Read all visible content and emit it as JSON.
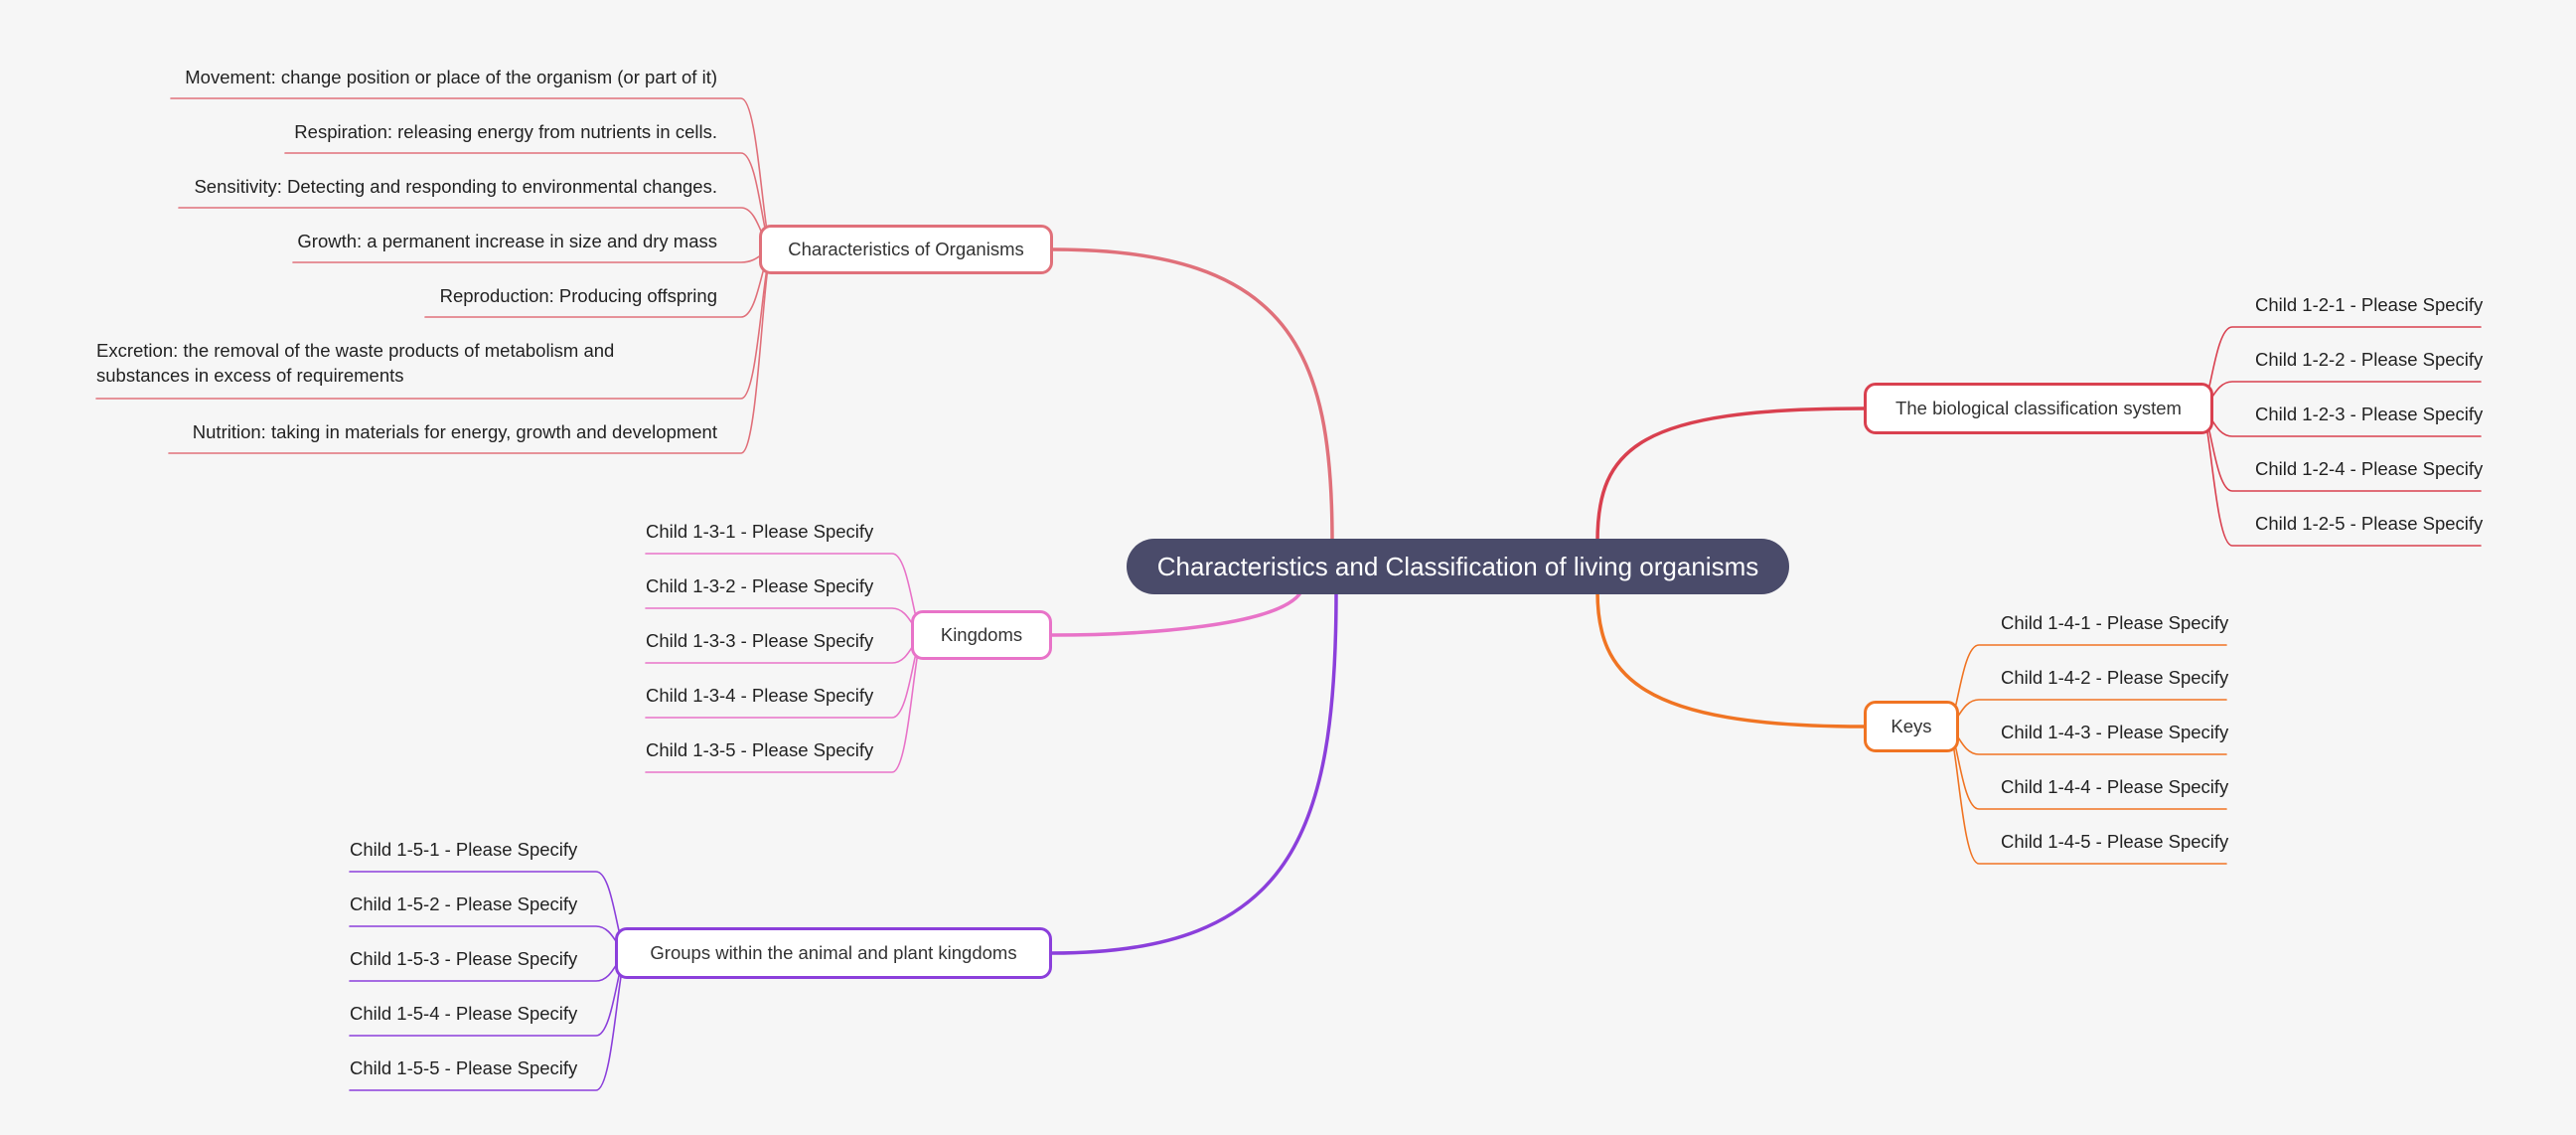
{
  "colors": {
    "background": "#f6f6f6",
    "root_fill": "#4a4b6a",
    "root_text": "#ffffff",
    "leaf_text": "#222222",
    "branch_characteristics": "#e0707a",
    "branch_classification": "#d9404f",
    "branch_kingdoms": "#e873c8",
    "branch_keys": "#f07423",
    "branch_groups": "#8b3fdb"
  },
  "root": {
    "label": "Characteristics and Classification of living organisms"
  },
  "branches": [
    {
      "id": "characteristics",
      "label": "Characteristics of Organisms",
      "color": "#e0707a",
      "children": [
        "Movement: change position or place of the organism (or part of it)",
        "Respiration: releasing energy from nutrients in cells.",
        "Sensitivity: Detecting and responding to environmental changes.",
        "Growth: a permanent increase in size and dry mass",
        "Reproduction: Producing offspring",
        "Excretion: the removal of the waste products of metabolism and substances in excess of requirements",
        "Nutrition: taking in materials for energy, growth and development"
      ]
    },
    {
      "id": "classification",
      "label": "The biological classification system",
      "color": "#d9404f",
      "children": [
        "Child 1-2-1 - Please Specify",
        "Child 1-2-2 - Please Specify",
        "Child 1-2-3 - Please Specify",
        "Child 1-2-4 - Please Specify",
        "Child 1-2-5 - Please Specify"
      ]
    },
    {
      "id": "kingdoms",
      "label": "Kingdoms",
      "color": "#e873c8",
      "children": [
        "Child 1-3-1 - Please Specify",
        "Child 1-3-2 - Please Specify",
        "Child 1-3-3 - Please Specify",
        "Child 1-3-4 - Please Specify",
        "Child 1-3-5 - Please Specify"
      ]
    },
    {
      "id": "keys",
      "label": "Keys",
      "color": "#f07423",
      "children": [
        "Child 1-4-1 - Please Specify",
        "Child 1-4-2 - Please Specify",
        "Child 1-4-3 - Please Specify",
        "Child 1-4-4 - Please Specify",
        "Child 1-4-5 - Please Specify"
      ]
    },
    {
      "id": "groups",
      "label": "Groups within the animal and plant kingdoms",
      "color": "#8b3fdb",
      "children": [
        "Child 1-5-1 - Please Specify",
        "Child 1-5-2 - Please Specify",
        "Child 1-5-3 - Please Specify",
        "Child 1-5-4 - Please Specify",
        "Child 1-5-5 - Please Specify"
      ]
    }
  ]
}
